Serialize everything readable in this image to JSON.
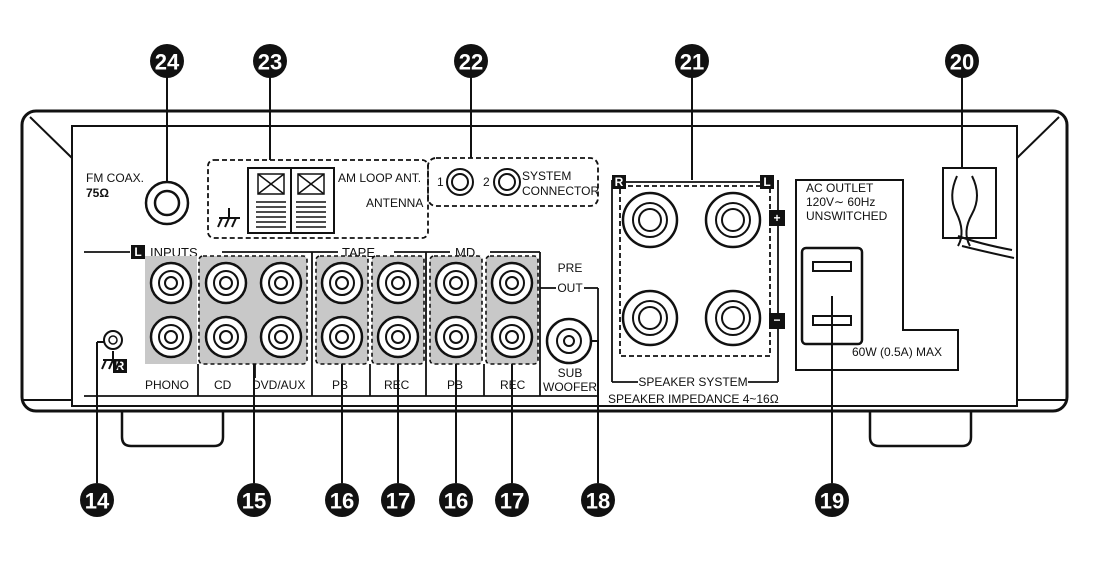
{
  "callouts": {
    "n24": "24",
    "n23": "23",
    "n22": "22",
    "n21": "21",
    "n20": "20",
    "n14": "14",
    "n15": "15",
    "n16a": "16",
    "n17a": "17",
    "n16b": "16",
    "n17b": "17",
    "n18": "18",
    "n19": "19"
  },
  "antenna": {
    "fm_coax_line1": "FM COAX.",
    "fm_coax_line2": "75Ω",
    "am_loop": "AM LOOP ANT.",
    "antenna": "ANTENNA"
  },
  "system_connector": {
    "port1": "1",
    "port2": "2",
    "line1": "SYSTEM",
    "line2": "CONNECTOR"
  },
  "speakers": {
    "badge_r": "R",
    "badge_l": "L",
    "plus": "+",
    "minus": "−",
    "system": "SPEAKER SYSTEM",
    "impedance": "SPEAKER IMPEDANCE  4~16Ω"
  },
  "outlet": {
    "line1": "AC OUTLET",
    "line2": "120V∼ 60Hz",
    "line3": "UNSWITCHED",
    "max": "60W (0.5A) MAX"
  },
  "inputs": {
    "badge_l": "L",
    "badge_r": "R",
    "inputs": "INPUTS",
    "tape": "TAPE",
    "md": "MD",
    "phono": "PHONO",
    "cd": "CD",
    "dvd_aux": "DVD/AUX",
    "tape_pb": "PB",
    "tape_rec": "REC",
    "md_pb": "PB",
    "md_rec": "REC"
  },
  "preout": {
    "line1": "PRE",
    "line2": "OUT",
    "sub1": "SUB",
    "sub2": "WOOFER"
  }
}
